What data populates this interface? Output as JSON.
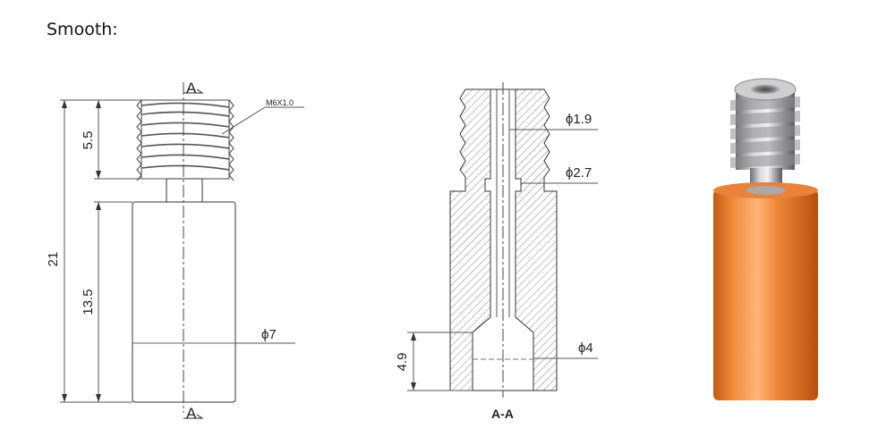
{
  "title": "Smooth:",
  "drawing_left": {
    "section_marker_top": "A",
    "section_marker_bottom": "A",
    "thread_callout": "M6X1.0",
    "dim_thread_length": "5.5",
    "dim_total_length": "21",
    "dim_body_length": "13.5",
    "dim_body_diameter": "ϕ7"
  },
  "drawing_section": {
    "section_label": "A-A",
    "dim_bore_diameter": "ϕ1.9",
    "dim_neck_diameter": "ϕ2.7",
    "dim_counterbore_diameter": "ϕ4",
    "dim_counterbore_depth": "4.9"
  },
  "photo": {
    "body_color": "#e8782a",
    "metal_color": "#b9b9bb"
  }
}
